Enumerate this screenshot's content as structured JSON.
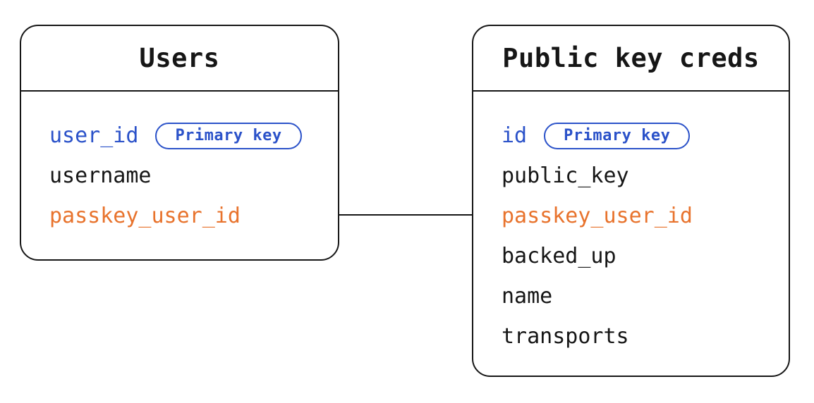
{
  "diagram": {
    "type": "entity-relationship",
    "colors": {
      "primary_key_blue": "#2b52c9",
      "linked_field_orange": "#e8732d",
      "text_black": "#161616",
      "background": "#ffffff"
    },
    "tables": [
      {
        "title": "Users",
        "fields": [
          {
            "name": "user_id",
            "color": "blue",
            "badge": "Primary key"
          },
          {
            "name": "username",
            "color": "black"
          },
          {
            "name": "passkey_user_id",
            "color": "orange"
          }
        ]
      },
      {
        "title": "Public key creds",
        "fields": [
          {
            "name": "id",
            "color": "blue",
            "badge": "Primary key"
          },
          {
            "name": "public_key",
            "color": "black"
          },
          {
            "name": "passkey_user_id",
            "color": "orange"
          },
          {
            "name": "backed_up",
            "color": "black"
          },
          {
            "name": "name",
            "color": "black"
          },
          {
            "name": "transports",
            "color": "black"
          }
        ]
      }
    ],
    "relationship": {
      "from_table": "Users",
      "from_field": "passkey_user_id",
      "to_table": "Public key creds",
      "to_field": "passkey_user_id"
    }
  }
}
